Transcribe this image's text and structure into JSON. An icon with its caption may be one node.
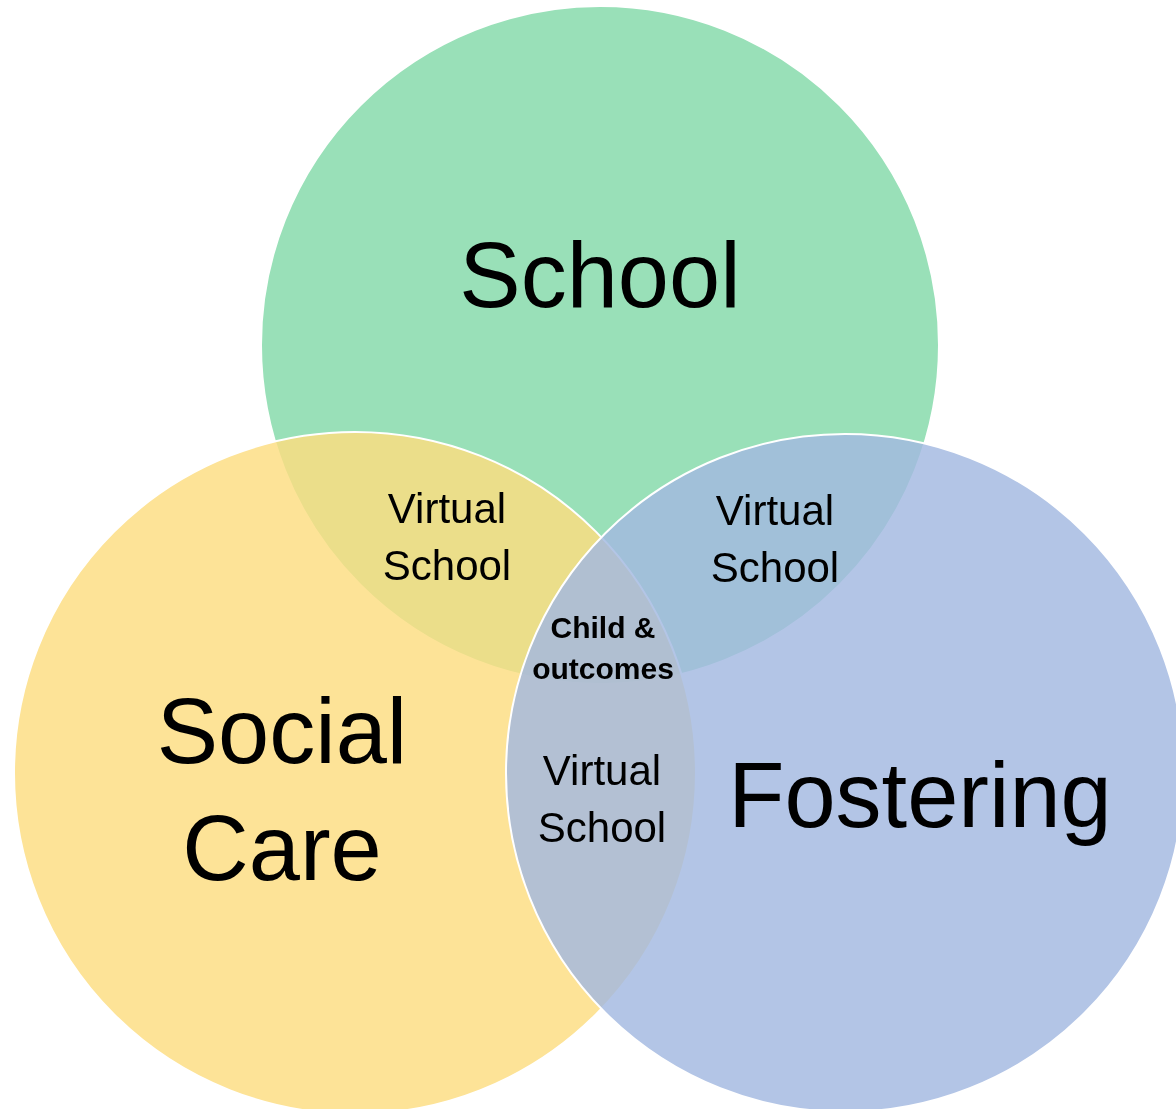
{
  "diagram": {
    "nodes": [
      {
        "text": [
          "School"
        ]
      },
      {
        "text": [
          "Social Care"
        ]
      },
      {
        "text": [
          "Fostering"
        ]
      },
      {
        "text": [
          "Virtual School"
        ]
      },
      {
        "text": [
          "Virtual School"
        ]
      },
      {
        "text": [
          "Child & outcomes"
        ]
      },
      {
        "text": [
          "Virtual School"
        ]
      }
    ],
    "edges": []
  }
}
